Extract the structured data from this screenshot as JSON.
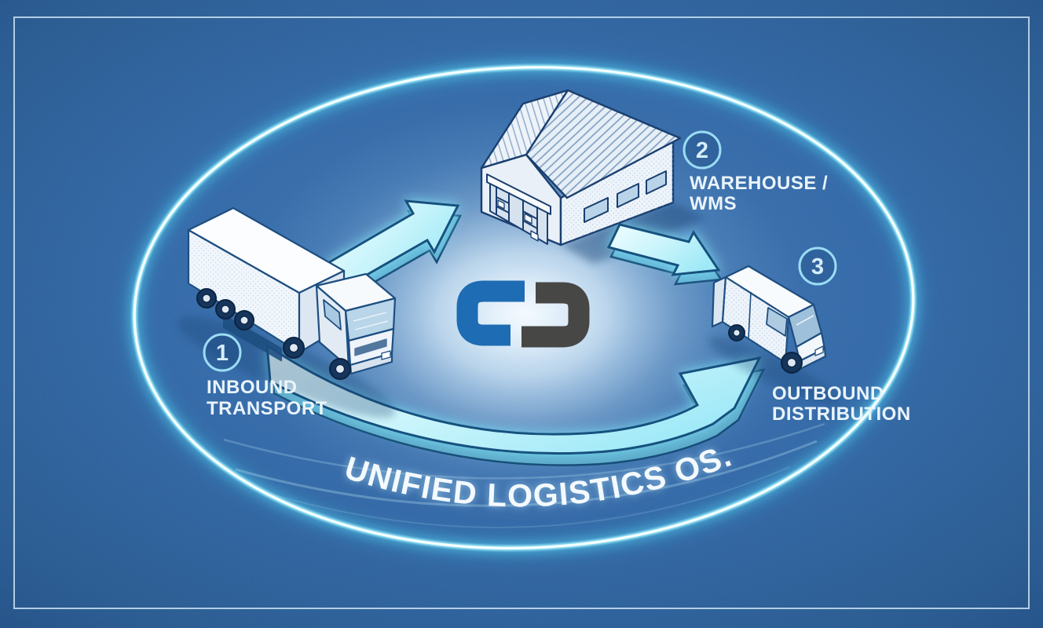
{
  "title": "UNIFIED LOGISTICS OS.",
  "steps": [
    {
      "number": "1",
      "label_line1": "INBOUND",
      "label_line2": "TRANSPORT",
      "icon": "truck-icon"
    },
    {
      "number": "2",
      "label_line1": "WAREHOUSE /",
      "label_line2": "WMS",
      "icon": "warehouse-icon"
    },
    {
      "number": "3",
      "label_line1": "OUTBOUND",
      "label_line2": "DISTRIBUTION",
      "icon": "delivery-van-icon"
    }
  ],
  "logo": {
    "name": "interlocked-links-logo",
    "left_color": "#1e6cb4",
    "right_color": "#474745"
  },
  "colors": {
    "background": "#2e66a6",
    "glow_ring": "#7fe3f8",
    "arrow_fill": "#c8f4fb",
    "arrow_outline": "#17517f",
    "label_text": "#eaf4fb",
    "badge_outline": "#9bdcf5",
    "frame_border": "#c9e2f2"
  }
}
